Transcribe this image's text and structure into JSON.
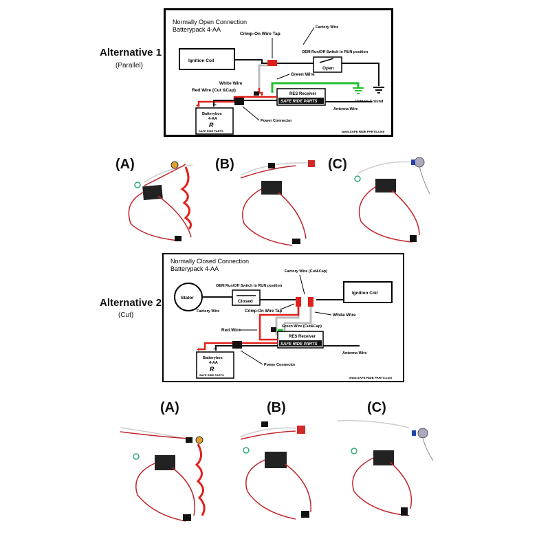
{
  "alt1": {
    "title": "Alternative 1",
    "subtitle": "(Parallel)",
    "diagram": {
      "heading_line1": "Normally Open Connection",
      "heading_line2": "Batterypack 4-AA",
      "crimp_tap": "Crimp-On Wire Tap",
      "factory_wire": "Factory Wire",
      "ignition_coil": "Ignition Coil",
      "oem_switch": "OEM Run/Off Switch in RUN position",
      "open": "Open",
      "green_wire": "Green Wire",
      "white_wire": "White Wire",
      "red_wire": "Red Wire (Cut &Cap)",
      "res_receiver": "RES Receiver",
      "safe_ride_badge": "SAFE RIDE PARTS",
      "vehicle_ground": "Vehicle Ground",
      "antenna_wire": "Antenna Wire",
      "batterybox_line1": "Batterybox",
      "batterybox_line2": "4-AA",
      "plus": "+",
      "minus": "−",
      "power_connector": "Power Connector",
      "website": "www.SAFE RIDE PARTS.com"
    }
  },
  "photos_top": [
    "(A)",
    "(B)",
    "(C)"
  ],
  "alt2": {
    "title": "Alternative 2",
    "subtitle": "(Cut)",
    "diagram": {
      "heading_line1": "Normally Closed Connection",
      "heading_line2": "Batterypack 4-AA",
      "stator": "Stator",
      "oem_switch": "OEM Run/Off Switch in RUN position",
      "closed": "Closed",
      "factory_wire_cut": "Factory Wire (Cut&Cap)",
      "ignition_coil": "Ignition Coil",
      "factory_wire": "Factory Wire",
      "crimp_tap": "Crimp-On Wire Tap",
      "white_wire": "White Wire",
      "green_wire_cut": "Green Wire (Cut&Cap)",
      "red_wire": "Red Wire",
      "res_receiver": "RES Receiver",
      "safe_ride_badge": "SAFE RIDE PARTS",
      "antenna_wire": "Antenna Wire",
      "batterybox_line1": "Batterybox",
      "batterybox_line2": "4-AA",
      "plus": "+",
      "minus": "−",
      "power_connector": "Power Connector",
      "website": "www.SAFE RIDE PARTS.com"
    }
  },
  "photos_bottom": [
    "(A)",
    "(B)",
    "(C)"
  ],
  "colors": {
    "red_wire": "#e0201c",
    "green_wire": "#22c02a",
    "white_wire": "#bdbdbd",
    "black_wire": "#111111"
  }
}
